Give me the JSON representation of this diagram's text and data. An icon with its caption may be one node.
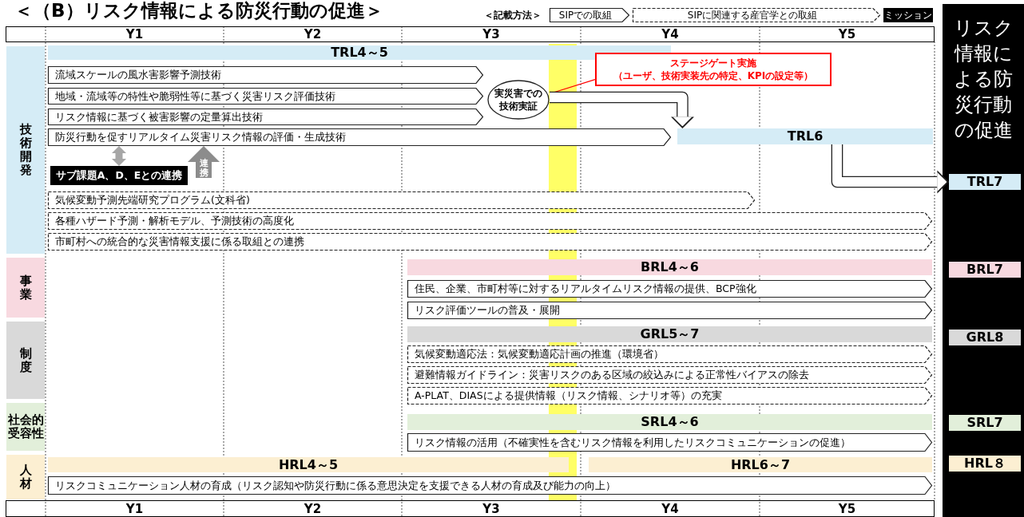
{
  "diagram": {
    "title": "＜（B）リスク情報による防災行動の促進＞",
    "nodes": [
      {
        "text": [
          "TRL4～5"
        ]
      },
      {
        "text": [
          "流域スケールの風水害影響予測技術"
        ]
      },
      {
        "text": [
          "ステージゲート実施",
          "（ユーザ、技術実装先の特定、KPIの設定等）"
        ]
      },
      {
        "text": [
          "地域・流域等の特性や脆弱性等に基づく災害リスク評価技術"
        ]
      },
      {
        "text": [
          "実災害での技術実証"
        ]
      },
      {
        "text": [
          "リスク情報に基づく被害影響の定量算出技術"
        ]
      },
      {
        "text": [
          "防災行動を促すリアルタイム災害リスク情報の評価・生成技術"
        ]
      },
      {
        "text": [
          "TRL6"
        ]
      },
      {
        "text": [
          "技術開発"
        ]
      },
      {
        "text": [
          "サブ課題A、D、Eとの連携"
        ]
      },
      {
        "text": [
          "気候変動予測先端研究プログラム(文科省)"
        ]
      },
      {
        "text": [
          "各種ハザード予測・解析モデル、予測技術の高度化"
        ]
      },
      {
        "text": [
          "市町村への統合的な災害情報支援に係る取組との連携"
        ]
      },
      {
        "text": [
          "事業"
        ]
      },
      {
        "text": [
          "BRL4～6"
        ]
      },
      {
        "text": [
          "住民、企業、市町村等に対するリアルタイムリスク情報の提供、BCP強化"
        ]
      },
      {
        "text": [
          "リスク評価ツールの普及・展開"
        ]
      },
      {
        "text": [
          "制度"
        ]
      },
      {
        "text": [
          "GRL5～7"
        ]
      },
      {
        "text": [
          "気候変動適応法：気候変動適応計画の推進（環境省）"
        ]
      },
      {
        "text": [
          "避難情報ガイドライン：災害リスクのある区域の絞込みによる正常性バイアスの除去"
        ]
      },
      {
        "text": [
          "A-PLAT、DIASによる提供情報（リスク情報、シナリオ等）の充実"
        ]
      },
      {
        "text": [
          "社会的受容性"
        ]
      },
      {
        "text": [
          "SRL4～6"
        ]
      },
      {
        "text": [
          "リスク情報の活用（不確実性を含むリスク情報を利用したリスクコミュニケーションの促進）"
        ]
      },
      {
        "text": [
          "人材"
        ]
      },
      {
        "text": [
          "HRL4～5"
        ]
      },
      {
        "text": [
          "HRL6～7"
        ]
      },
      {
        "text": [
          "リスクコミュニケーション人材の育成（リスク認知や防災行動に係る意思決定を支援できる人材の育成及び能力の向上）"
        ]
      },
      {
        "text": [
          "リスク情報による防災行動の促進"
        ]
      },
      {
        "text": [
          "TRL7"
        ],
        "in": 29
      },
      {
        "text": [
          "BRL7"
        ],
        "in": 29
      },
      {
        "text": [
          "GRL8"
        ],
        "in": 29
      },
      {
        "text": [
          "SRL7"
        ],
        "in": 29
      },
      {
        "text": [
          "HRL８"
        ],
        "in": 29
      }
    ],
    "edges": [
      {
        "from": 2,
        "to": 4,
        "arrow": "none",
        "color": "#ff0000"
      },
      {
        "from": 4,
        "to": 7,
        "arrow": "to"
      },
      {
        "from": 6,
        "to": 9,
        "arrow": "both",
        "color": "#a6a6a6"
      },
      {
        "from": null,
        "to": 6,
        "arrow": "to",
        "color": "#8c8c8c",
        "label": "連携"
      },
      {
        "from": 7,
        "to": 30,
        "arrow": "to"
      }
    ],
    "labels": [
      "＜記載方法＞",
      "Y1",
      "Y2",
      "Y3",
      "Y4",
      "Y5",
      "Y1",
      "Y2",
      "Y3",
      "Y4",
      "Y5"
    ],
    "legend": [
      {
        "text": "SIPでの取組"
      },
      {
        "text": "SIPに関連する産官学との取組"
      },
      {
        "text": "ミッション",
        "color": "#000000"
      }
    ]
  }
}
